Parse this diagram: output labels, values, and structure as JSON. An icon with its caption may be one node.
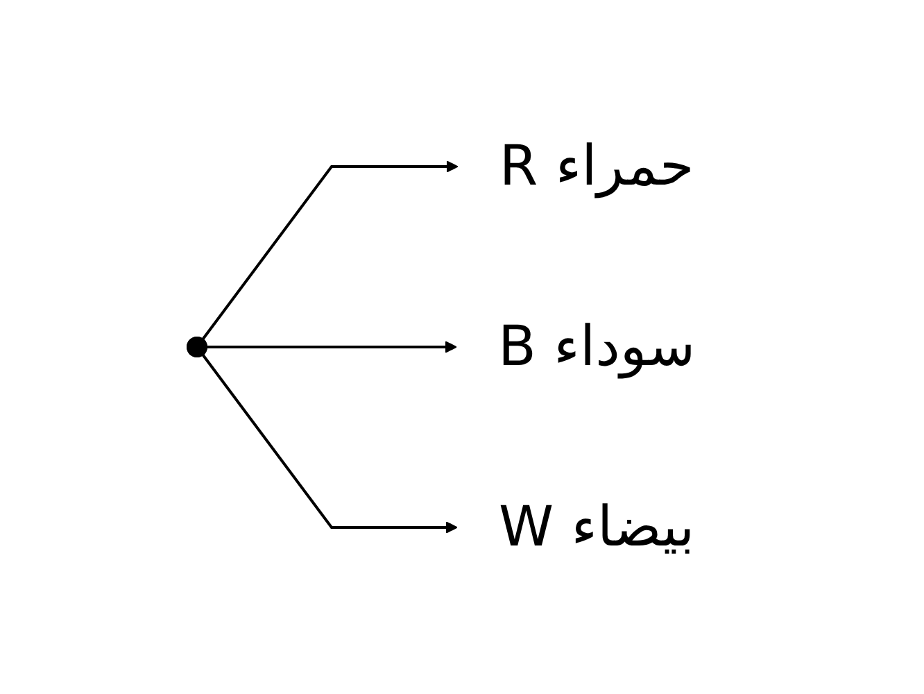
{
  "diagram": {
    "nodes": [
      {
        "text": [],
        "shape": "point"
      },
      {
        "text": [
          "حمراء R"
        ]
      },
      {
        "text": [
          "سوداء B"
        ]
      },
      {
        "text": [
          "بيضاء W"
        ]
      }
    ],
    "edges": [
      {
        "from": 0,
        "to": 1,
        "arrow": "to"
      },
      {
        "from": 0,
        "to": 2,
        "arrow": "to"
      },
      {
        "from": 0,
        "to": 3,
        "arrow": "to"
      }
    ]
  }
}
